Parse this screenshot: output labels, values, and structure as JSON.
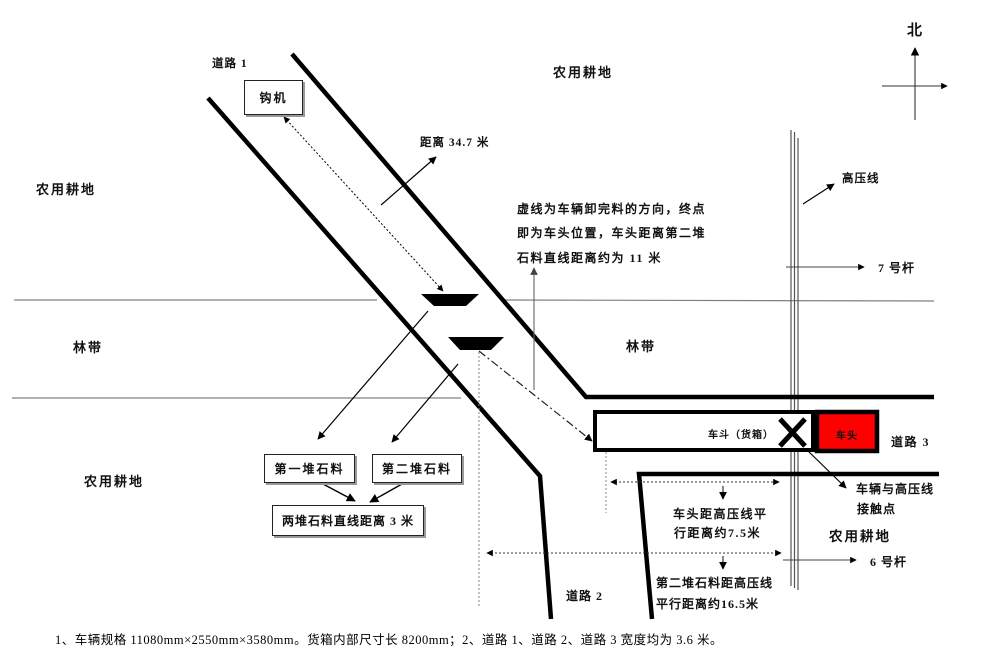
{
  "diagram": {
    "compass": {
      "north": "北"
    },
    "regions": {
      "farmland_top": "农用耕地",
      "farmland_left": "农用耕地",
      "farmland_bottom_left": "农用耕地",
      "farmland_bottom_right": "农用耕地",
      "forest_left": "林带",
      "forest_right": "林带"
    },
    "roads": {
      "road1_label": "道路 1",
      "road2_label": "道路 2",
      "road3_label": "道路 3"
    },
    "excavator_label": "钩机",
    "distance_excavator": "距离 34.7 米",
    "unload_note": {
      "line1": "虚线为车辆卸完料的方向，终点",
      "line2": "即为车头位置，车头距离第二堆",
      "line3": "石料直线距离约为 11 米"
    },
    "powerline": {
      "label": "高压线",
      "pole7_label": "7 号杆",
      "pole6_label": "6 号杆"
    },
    "truck": {
      "cargo_label": "车斗（货箱）",
      "head_label": "车头",
      "head_fill": "#ff0000"
    },
    "contact": {
      "line1": "车辆与高压线",
      "line2": "接触点"
    },
    "piles": {
      "pile1_label": "第一堆石料",
      "pile2_label": "第二堆石料",
      "distance_label": "两堆石料直线距离 3 米"
    },
    "measure_head_powerline": {
      "line1": "车头距高压线平",
      "line2": "行距离约7.5米"
    },
    "measure_pile2_powerline": {
      "line1": "第二堆石料距高压线",
      "line2": "平行距离约16.5米"
    },
    "footnote": "1、车辆规格 11080mm×2550mm×3580mm。货箱内部尺寸长 8200mm；2、道路 1、道路 2、道路 3 宽度均为 3.6 米。"
  }
}
